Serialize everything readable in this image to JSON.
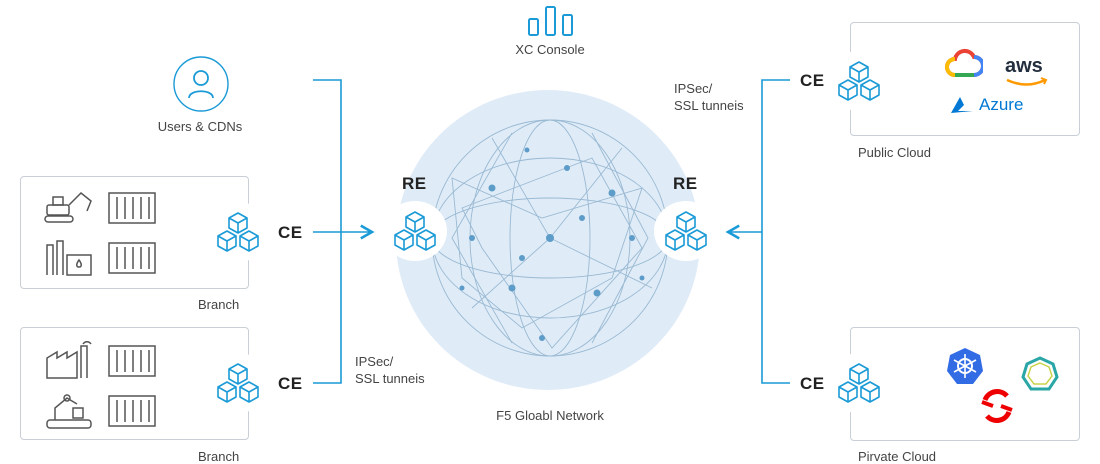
{
  "console": {
    "label": "XC Console",
    "icon": "bar-chart-icon"
  },
  "users": {
    "label": "Users & CDNs",
    "icon": "user-icon"
  },
  "network": {
    "label": "F5 Gloabl Network"
  },
  "tunnels_right": {
    "line1": "IPSec/",
    "line2": "SSL tunneis"
  },
  "tunnels_left": {
    "line1": "IPSec/",
    "line2": "SSL tunneis"
  },
  "re_left": {
    "label": "RE"
  },
  "re_right": {
    "label": "RE"
  },
  "branch_top": {
    "ce_label": "CE",
    "caption": "Branch"
  },
  "branch_bottom": {
    "ce_label": "CE",
    "caption": "Branch"
  },
  "public_cloud": {
    "ce_label": "CE",
    "caption": "Public Cloud",
    "aws": "aws",
    "azure": "Azure"
  },
  "private_cloud": {
    "ce_label": "CE",
    "caption": "Pirvate Cloud"
  },
  "colors": {
    "accent": "#1a9ad6",
    "box_border": "#c8cfd6",
    "globe": "#dbe9f5"
  }
}
